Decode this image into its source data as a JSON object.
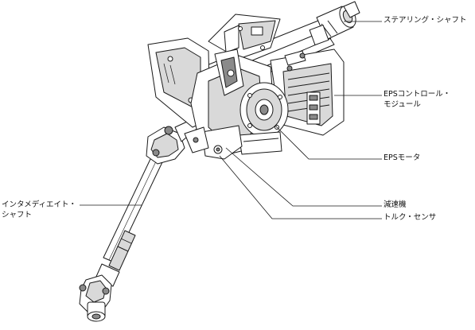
{
  "labels": {
    "steering_shaft": "ステアリング・シャフト",
    "eps_control_line1": "EPSコントロール・",
    "eps_control_line2": "モジュール",
    "eps_motor": "EPSモータ",
    "intermediate_line1": "インタメディエイト・",
    "intermediate_line2": "シャフト",
    "reducer": "減速機",
    "torque_sensor": "トルク・センサ"
  },
  "colors": {
    "line": "#1a1a1a",
    "fill_light": "#ffffff",
    "fill_shade": "#d9d9d9",
    "fill_dark": "#8a8a8a"
  }
}
